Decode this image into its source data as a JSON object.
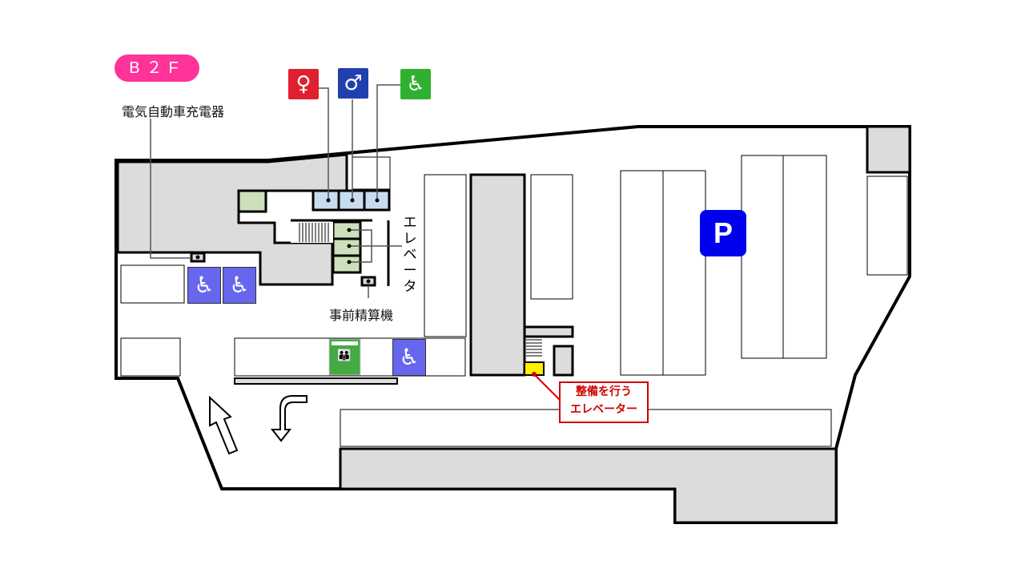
{
  "floor_label": "B２F",
  "labels": {
    "ev_charger": "電気自動車充電器",
    "elevator": "エレベータ",
    "prepay_machine": "事前精算機",
    "maintenance_elevator": "整備を行う",
    "maintenance_elevator_2": "エレベーター"
  },
  "icons": {
    "women_toilet": "♀",
    "men_toilet": "♂",
    "accessible_toilet": "♿",
    "parking": "P",
    "accessible_parking": "♿"
  },
  "colors": {
    "badge": "#ff3399",
    "women": "#e02030",
    "men": "#2040b0",
    "accessible": "#30b030",
    "parking": "#0000ee",
    "accessible_spot": "#6666ee",
    "callout": "#d00000"
  }
}
